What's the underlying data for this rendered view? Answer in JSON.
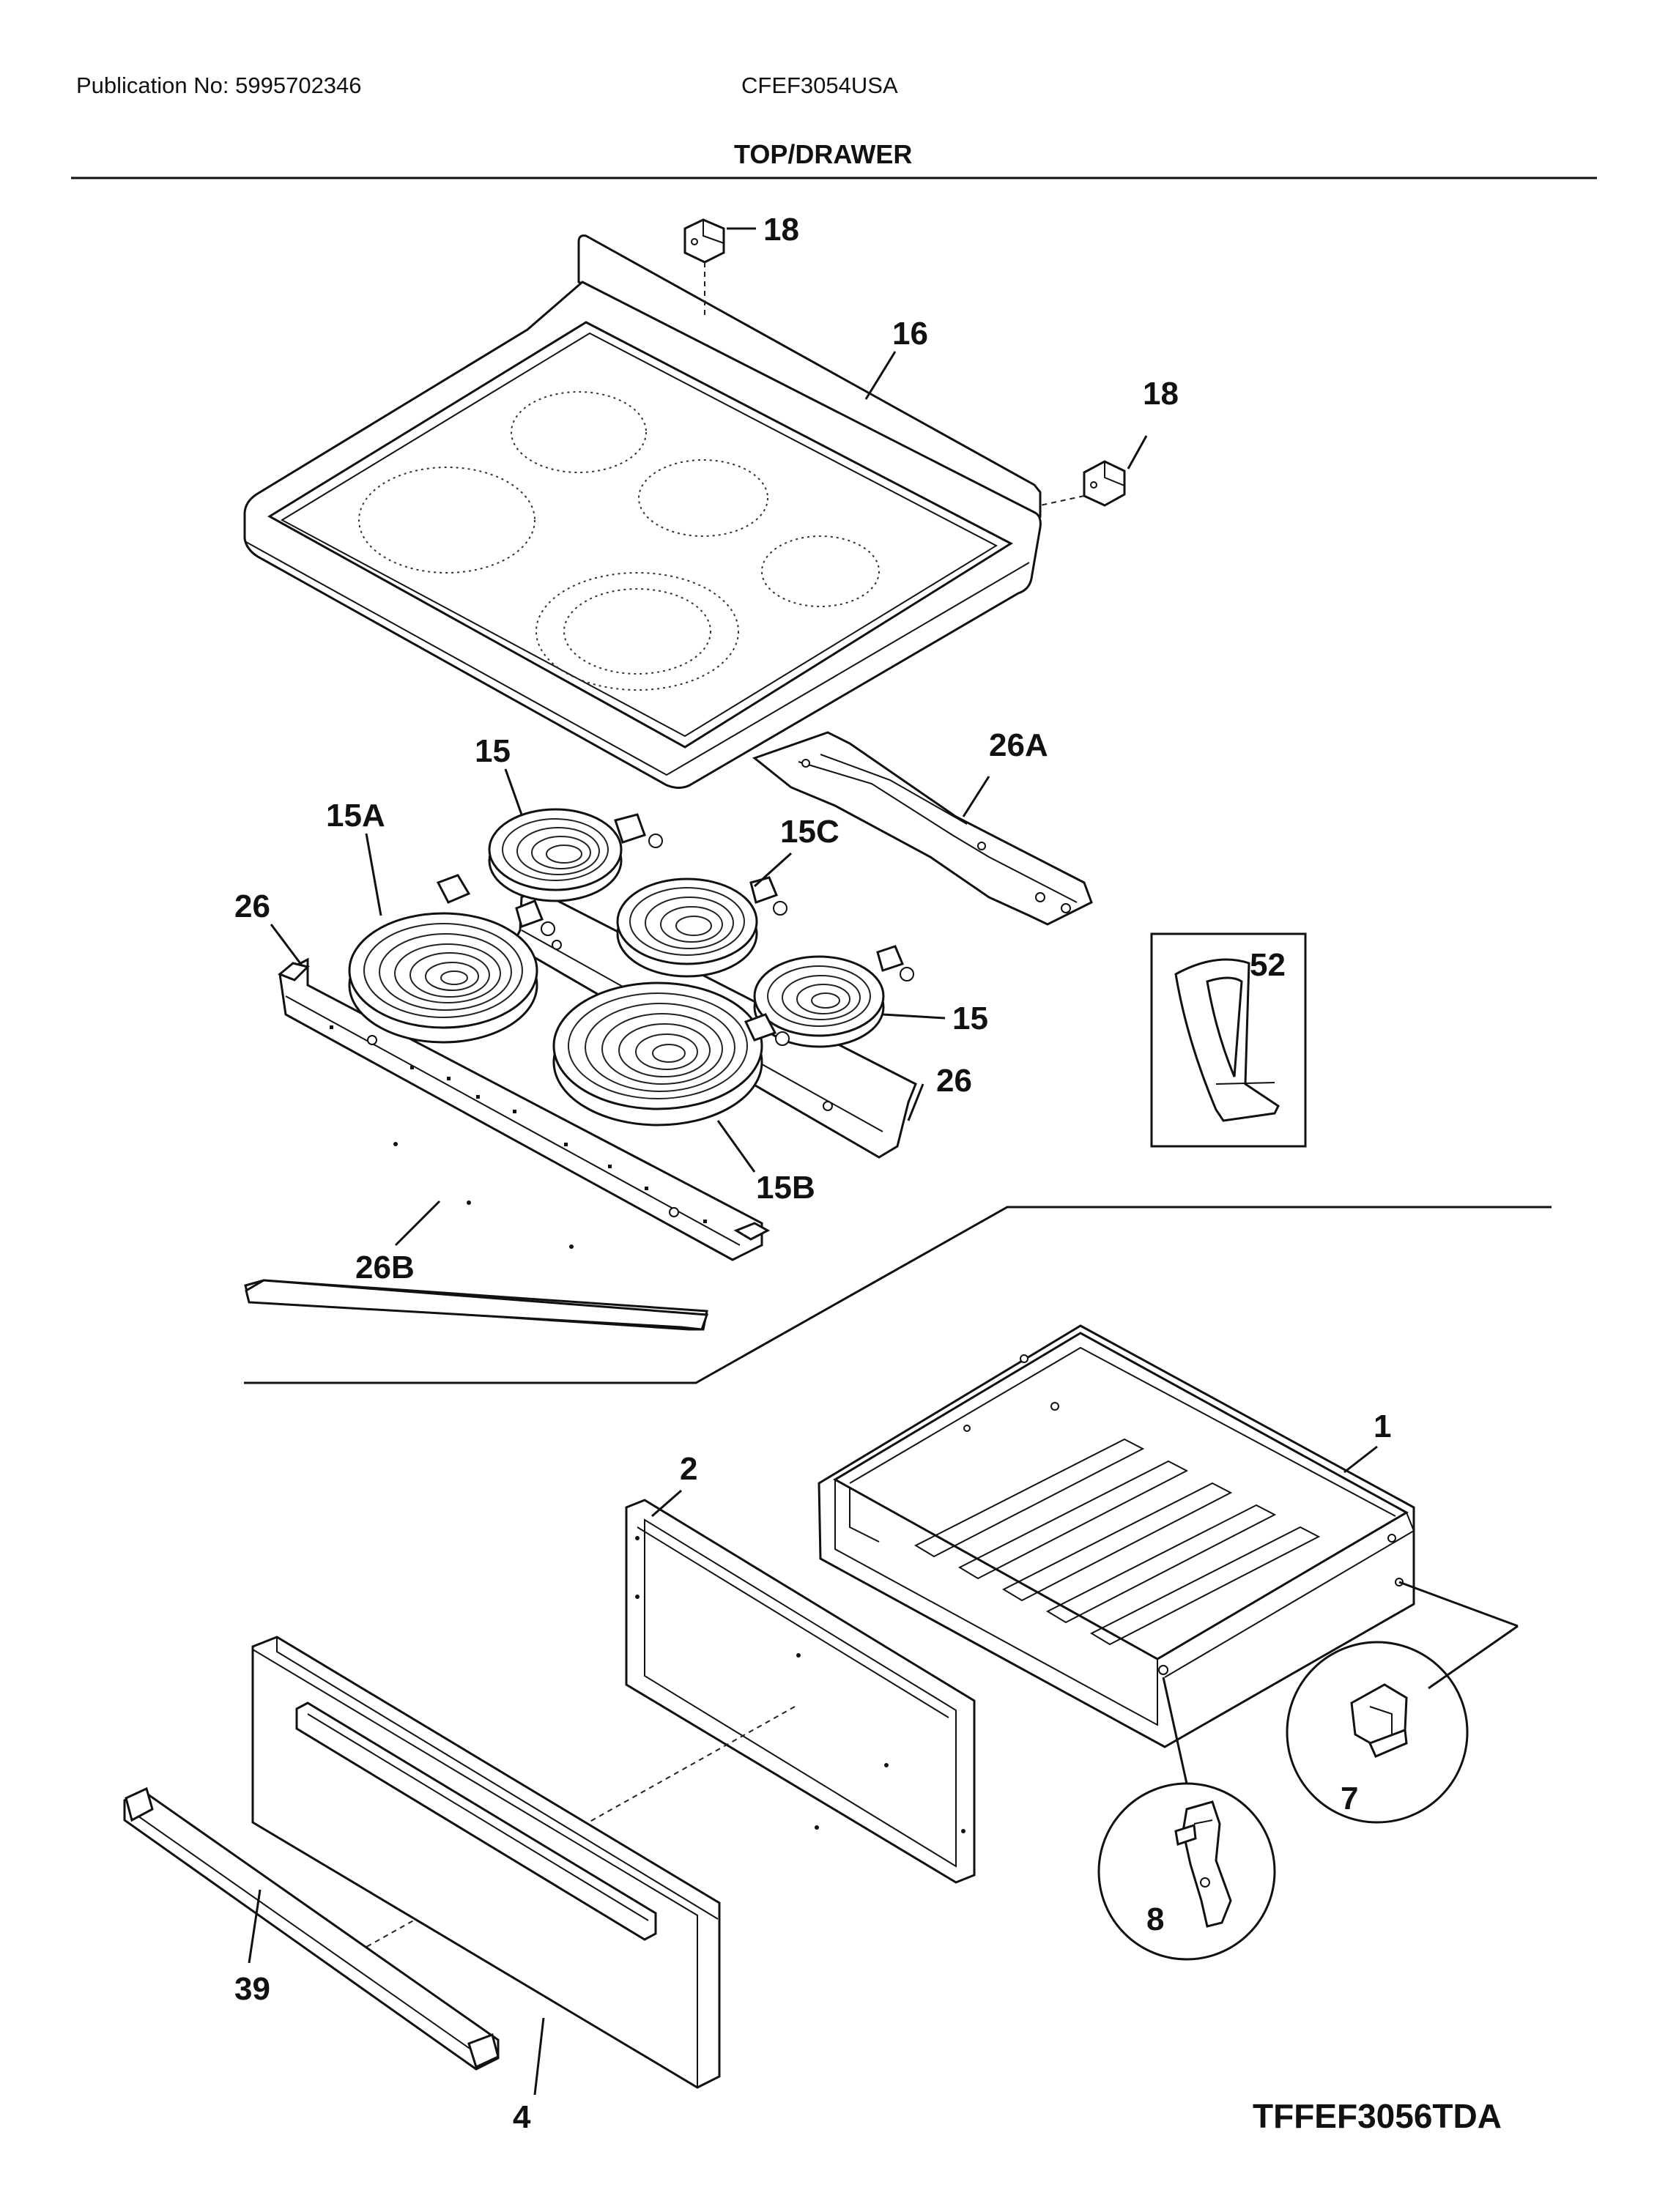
{
  "header": {
    "publication": "Publication No: 5995702346",
    "model": "CFEF3054USA",
    "section_title": "TOP/DRAWER"
  },
  "callouts": {
    "bracket_left": "18",
    "bracket_right": "18",
    "cooktop": "16",
    "harness_bracket": "26A",
    "element_rear_left": "15",
    "element_front_left": "15A",
    "element_rear_right": "15C",
    "element_side_right": "15",
    "element_front_right": "15B",
    "rail_rear": "26",
    "rail_front": "26",
    "trim_strip": "26B",
    "clip_inset": "52",
    "drawer_body": "1",
    "drawer_liner": "2",
    "drawer_front": "4",
    "drawer_handle": "39",
    "roller_clip": "7",
    "slide_bracket": "8"
  },
  "diagram_id": "TFFEF3056TDA"
}
